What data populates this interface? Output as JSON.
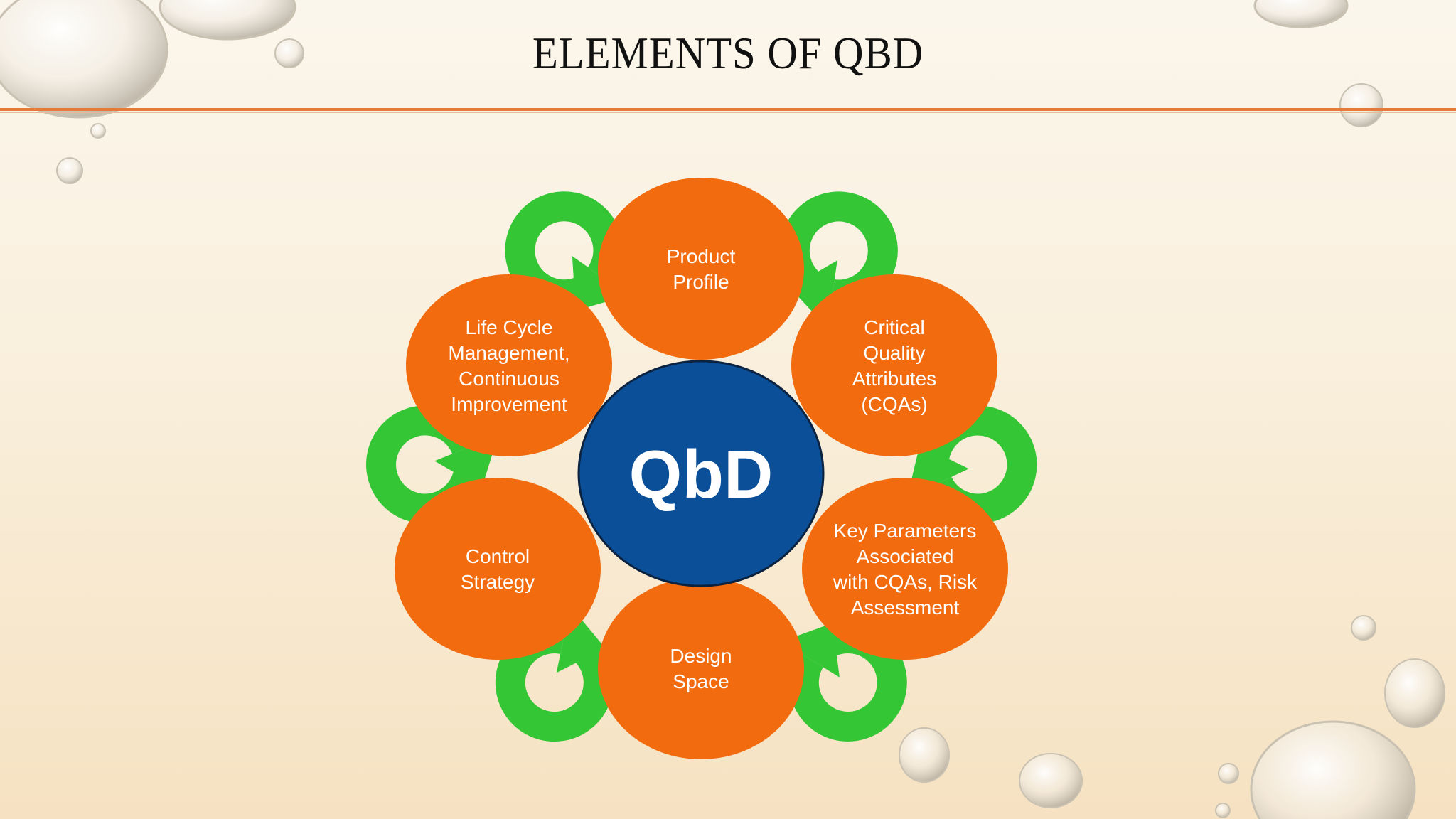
{
  "slide": {
    "title": "ELEMENTS OF QBD"
  },
  "diagram": {
    "center": {
      "label": "QbD",
      "color": "#0a4f98"
    },
    "node_color": "#f26b0f",
    "arrow_color": "#35c636",
    "nodes": [
      {
        "id": "product-profile",
        "lines": [
          "Product",
          "Profile"
        ]
      },
      {
        "id": "critical-quality-attributes",
        "lines": [
          "Critical",
          "Quality",
          "Attributes",
          "(CQAs)"
        ]
      },
      {
        "id": "key-parameters",
        "lines": [
          "Key Parameters",
          "Associated",
          "with CQAs, Risk",
          "Assessment"
        ]
      },
      {
        "id": "design-space",
        "lines": [
          "Design",
          "Space"
        ]
      },
      {
        "id": "control-strategy",
        "lines": [
          "Control",
          "Strategy"
        ]
      },
      {
        "id": "life-cycle-management",
        "lines": [
          "Life Cycle",
          "Management,",
          "Continuous",
          "Improvement"
        ]
      }
    ]
  }
}
